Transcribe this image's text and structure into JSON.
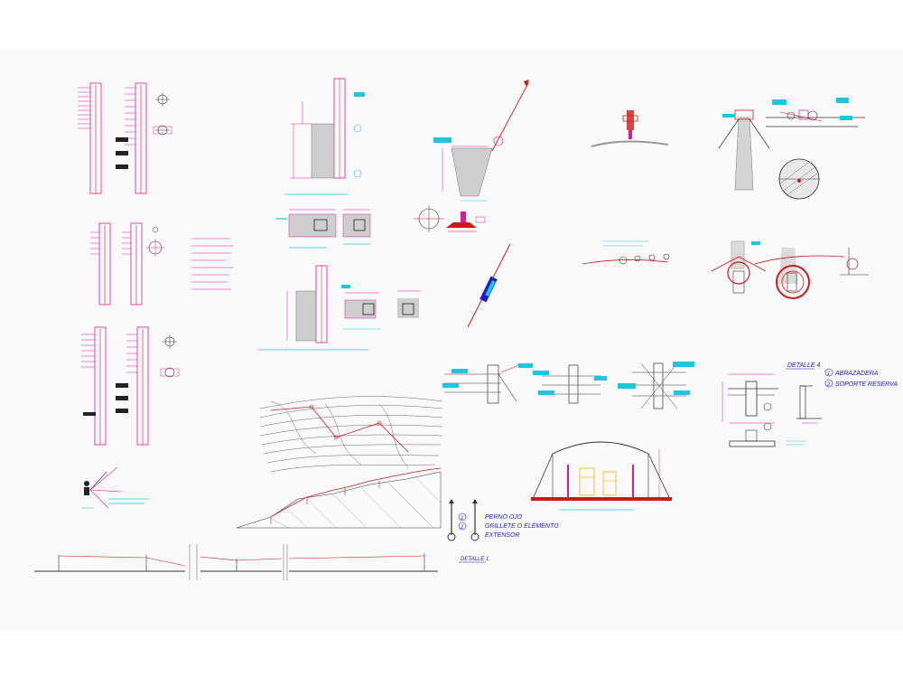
{
  "labels": {
    "detalle_4": "DETALLE 4",
    "detalle_1": "DETALLE 1",
    "item_1_abrazadera": "ABRAZADERA",
    "item_2_soporte": "SOPORTE RESERVA",
    "item_1_perno": "PERNO OJO",
    "item_2_grillete": "GRILLETE O ELEMENTO",
    "extensor": "EXTENSOR",
    "num_1": "1",
    "num_2": "2"
  },
  "colors": {
    "magenta": "#e0189c",
    "red": "#d01818",
    "blue": "#1b1bd0",
    "cyan": "#18c8e0",
    "grey": "#9a9a9a",
    "sheet": "#fafafa"
  }
}
